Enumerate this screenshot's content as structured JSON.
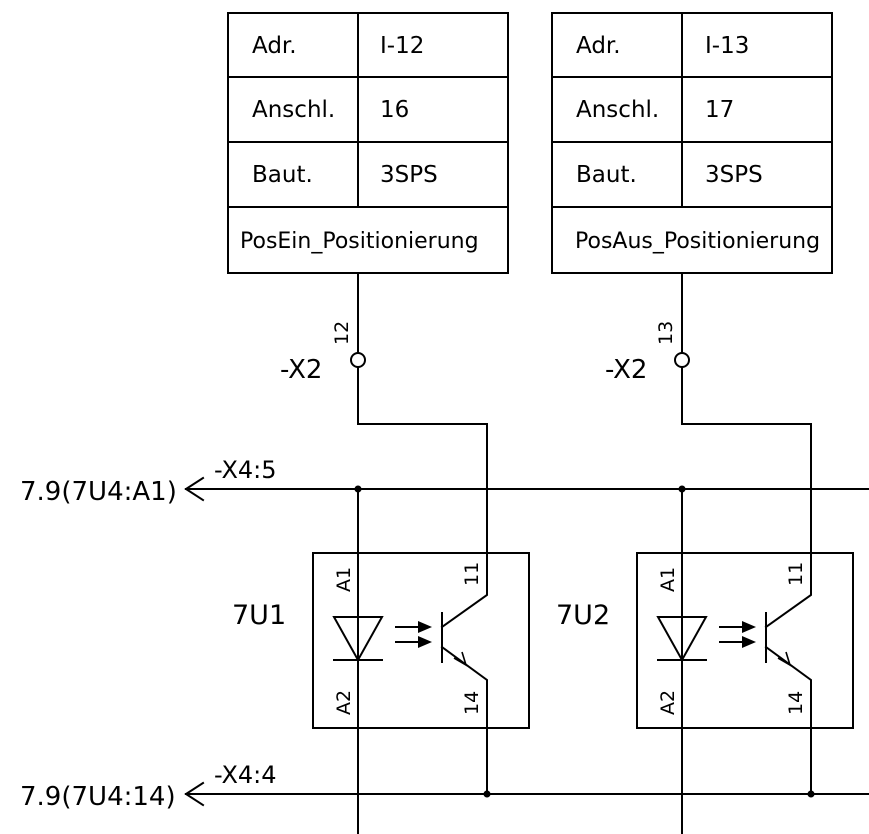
{
  "plc_blocks": [
    {
      "adr_label": "Adr.",
      "adr_value": "I-12",
      "anschl_label": "Anschl.",
      "anschl_value": "16",
      "baut_label": "Baut.",
      "baut_value": "3SPS",
      "signal_name": "PosEin_Positionierung"
    },
    {
      "adr_label": "Adr.",
      "adr_value": "I-13",
      "anschl_label": "Anschl.",
      "anschl_value": "17",
      "baut_label": "Baut.",
      "baut_value": "3SPS",
      "signal_name": "PosAus_Positionierung"
    }
  ],
  "terminals": [
    {
      "strip": "-X2",
      "number": "12"
    },
    {
      "strip": "-X2",
      "number": "13"
    }
  ],
  "buses": [
    {
      "xref": "7.9(7U4:A1)",
      "terminal": "-X4:5"
    },
    {
      "xref": "7.9(7U4:14)",
      "terminal": "-X4:4"
    }
  ],
  "couplers": [
    {
      "tag": "7U1",
      "led_top": "A1",
      "led_bottom": "A2",
      "tr_top": "11",
      "tr_bottom": "14"
    },
    {
      "tag": "7U2",
      "led_top": "A1",
      "led_bottom": "A2",
      "tr_top": "11",
      "tr_bottom": "14"
    }
  ]
}
